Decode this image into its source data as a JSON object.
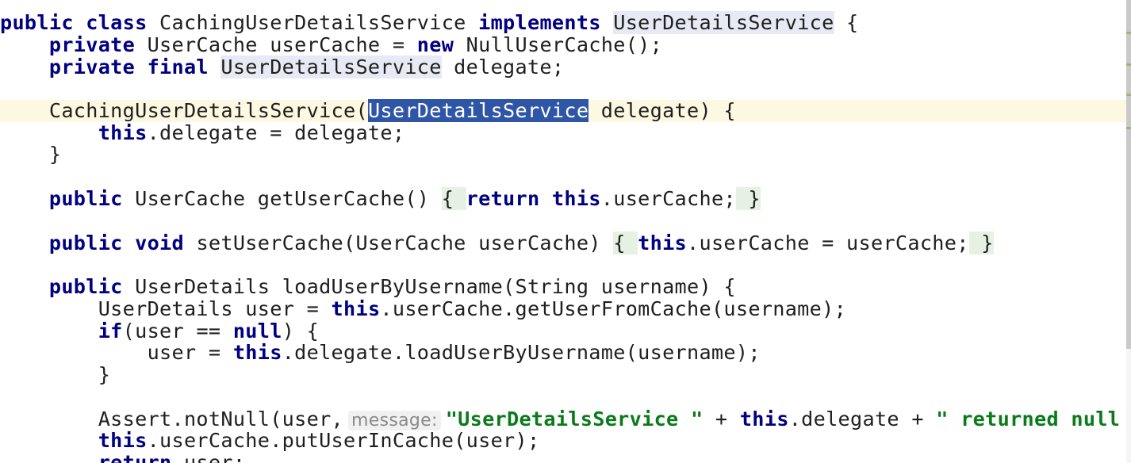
{
  "editor": {
    "lines": [
      [
        {
          "t": "public class ",
          "c": "kw"
        },
        {
          "t": "CachingUserDetailsService "
        },
        {
          "t": "implements ",
          "c": "kw"
        },
        {
          "t": "UserDetailsService",
          "c": "usage"
        },
        {
          "t": " {"
        }
      ],
      [
        {
          "t": "    "
        },
        {
          "t": "private ",
          "c": "kw"
        },
        {
          "t": "UserCache userCache = "
        },
        {
          "t": "new ",
          "c": "kw"
        },
        {
          "t": "NullUserCache();"
        }
      ],
      [
        {
          "t": "    "
        },
        {
          "t": "private final ",
          "c": "kw"
        },
        {
          "t": "UserDetailsService",
          "c": "usage"
        },
        {
          "t": " delegate;"
        }
      ],
      [],
      [
        {
          "t": "    CachingUserDetailsService("
        },
        {
          "t": "UserDetailsService",
          "c": "sel"
        },
        {
          "t": " delegate) {"
        }
      ],
      [
        {
          "t": "        "
        },
        {
          "t": "this",
          "c": "kw"
        },
        {
          "t": ".delegate = delegate;"
        }
      ],
      [
        {
          "t": "    }"
        }
      ],
      [],
      [
        {
          "t": "    "
        },
        {
          "t": "public ",
          "c": "kw"
        },
        {
          "t": "UserCache getUserCache() "
        },
        {
          "t": "{ ",
          "c": "fold"
        },
        {
          "t": "return ",
          "c": "kw"
        },
        {
          "t": "this",
          "c": "kw"
        },
        {
          "t": ".userCache;"
        },
        {
          "t": " }",
          "c": "fold"
        }
      ],
      [],
      [
        {
          "t": "    "
        },
        {
          "t": "public void ",
          "c": "kw"
        },
        {
          "t": "setUserCache(UserCache userCache) "
        },
        {
          "t": "{ ",
          "c": "fold"
        },
        {
          "t": "this",
          "c": "kw"
        },
        {
          "t": ".userCache = userCache;"
        },
        {
          "t": " }",
          "c": "fold"
        }
      ],
      [],
      [
        {
          "t": "    "
        },
        {
          "t": "public ",
          "c": "kw"
        },
        {
          "t": "UserDetails loadUserByUsername(String username) {"
        }
      ],
      [
        {
          "t": "        UserDetails user = "
        },
        {
          "t": "this",
          "c": "kw"
        },
        {
          "t": ".userCache.getUserFromCache(username);"
        }
      ],
      [
        {
          "t": "        "
        },
        {
          "t": "if",
          "c": "kw"
        },
        {
          "t": "(user == "
        },
        {
          "t": "null",
          "c": "kw"
        },
        {
          "t": ") {"
        }
      ],
      [
        {
          "t": "            user = "
        },
        {
          "t": "this",
          "c": "kw"
        },
        {
          "t": ".delegate.loadUserByUsername(username);"
        }
      ],
      [
        {
          "t": "        }"
        }
      ],
      [],
      [
        {
          "t": "        Assert.notNull(user,"
        },
        {
          "t": "message:",
          "c": "hint"
        },
        {
          "t": "\"UserDetailsService \"",
          "c": "str"
        },
        {
          "t": " + "
        },
        {
          "t": "this",
          "c": "kw"
        },
        {
          "t": ".delegate + "
        },
        {
          "t": "\" returned null",
          "c": "str"
        }
      ],
      [
        {
          "t": "        "
        },
        {
          "t": "this",
          "c": "kw"
        },
        {
          "t": ".userCache.putUserInCache(user);"
        }
      ],
      [
        {
          "t": "        "
        },
        {
          "t": "return ",
          "c": "kw"
        },
        {
          "t": "user;"
        }
      ]
    ]
  }
}
